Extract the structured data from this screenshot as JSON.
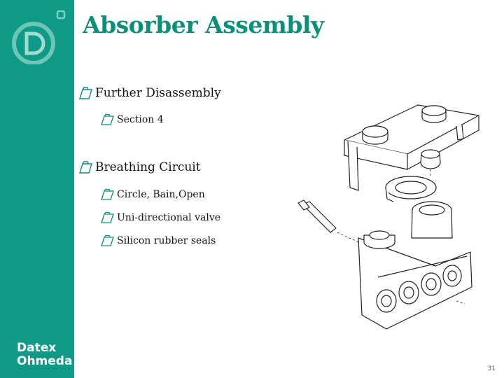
{
  "sidebar": {
    "brand_line1": "Datex",
    "brand_line2": "Ohmeda",
    "bg_color": "#0f9a87"
  },
  "slide": {
    "title": "Absorber Assembly",
    "title_color": "#0a8f79",
    "page_number": "31"
  },
  "bullets": [
    {
      "text": "Further Disassembly",
      "level": 1
    },
    {
      "text": "Section 4",
      "level": 2
    },
    {
      "text": "Breathing Circuit",
      "level": 1
    },
    {
      "text": "Circle, Bain,Open",
      "level": 2
    },
    {
      "text": "Uni-directional valve",
      "level": 2
    },
    {
      "text": "Silicon rubber seals",
      "level": 2
    }
  ],
  "icons": {
    "bullet": "folder-bullet-icon",
    "logo": "datex-d-logo-icon",
    "figure": "absorber-exploded-drawing"
  }
}
